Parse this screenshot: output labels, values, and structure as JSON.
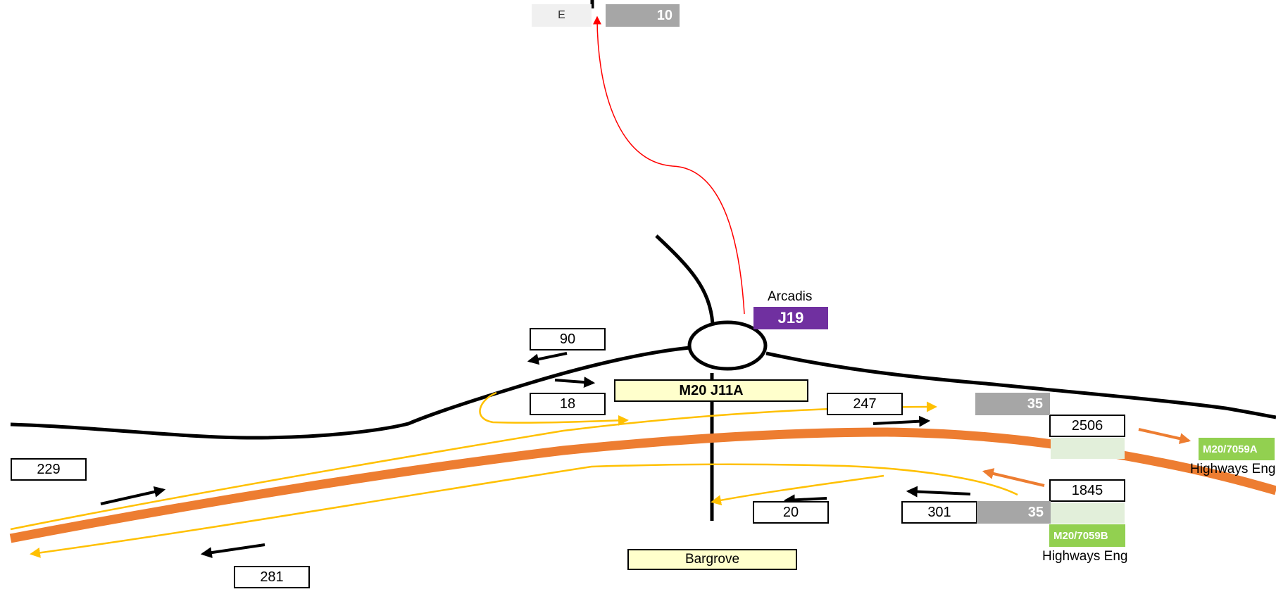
{
  "junction": {
    "name": "M20 J11A",
    "south_road": "Bargrove"
  },
  "roundabout": {
    "operator": "Arcadis",
    "code": "J19"
  },
  "top_site": {
    "direction": "E",
    "count": "10"
  },
  "counts": {
    "nw_exit": "90",
    "nw_entry": "18",
    "ne_exit": "247",
    "west_arm": "229",
    "west_sw": "281",
    "south_exit": "20",
    "se_entry": "301",
    "east_upper": "2506",
    "east_lower": "1845"
  },
  "sites": {
    "upper_gray": "35",
    "lower_gray": "35",
    "green_a": "M20/7059A",
    "green_b": "M20/7059B",
    "owner_a": "Highways Eng",
    "owner_b": "Highways Eng"
  },
  "colors": {
    "motorway": "#ed7d31",
    "slip": "#ffc000",
    "roads": "#000000",
    "link": "#ff0000",
    "j19": "#7030a0",
    "site_green": "#92d050",
    "site_gray": "#a6a6a6"
  }
}
